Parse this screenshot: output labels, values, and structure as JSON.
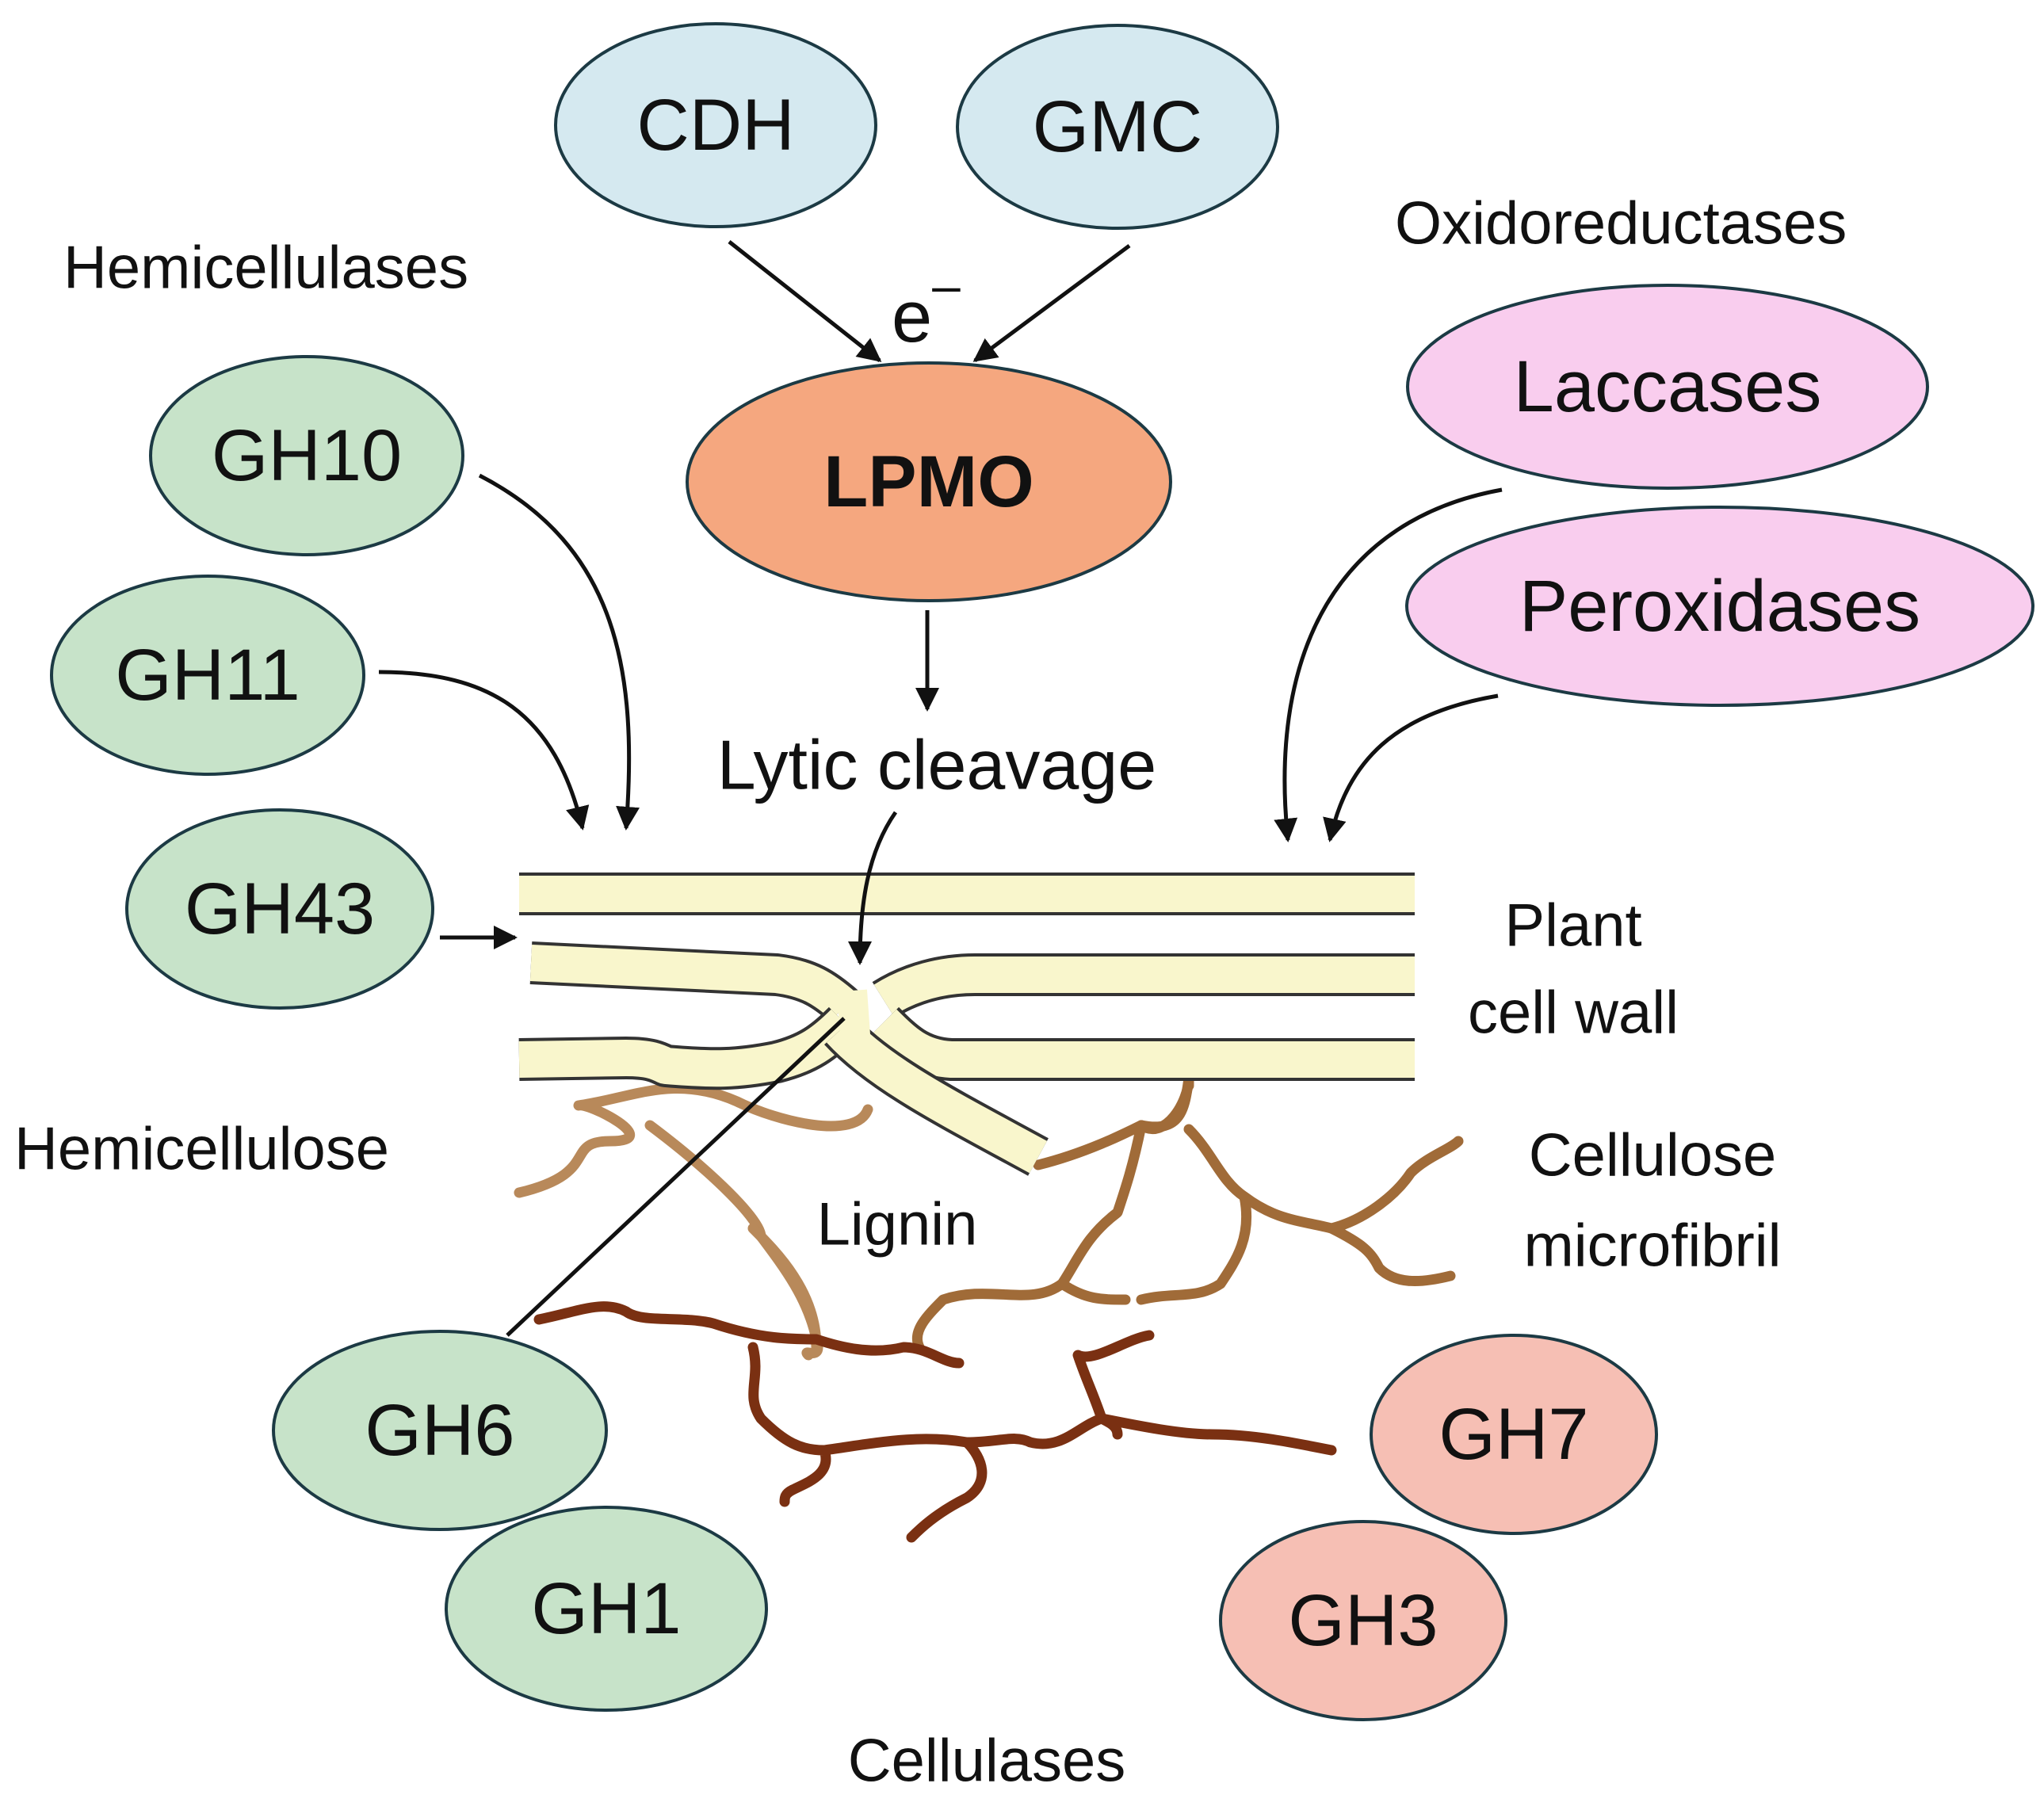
{
  "colors": {
    "blue": "#d5e9f0",
    "lpmo": "#f5a77f",
    "pink": "#f9cdee",
    "green": "#c7e3c9",
    "salmon": "#f6bfb4",
    "fibril_fill": "#f9f6cc",
    "fibril_stroke": "#333333",
    "lignin_light": "#b8895a",
    "lignin_mid": "#a06b38",
    "lignin_dark": "#7a3012"
  },
  "group_labels": {
    "hemicellulases": "Hemicellulases",
    "oxidoreductases": "Oxidoreductases",
    "cellulases": "Cellulases"
  },
  "structure_labels": {
    "plant_cell_wall_line1": "Plant",
    "plant_cell_wall_line2": "cell wall",
    "hemicellulose": "Hemicellulose",
    "lignin": "Lignin",
    "cellulose_microfibril_line1": "Cellulose",
    "cellulose_microfibril_line2": "microfibril",
    "lytic_cleavage": "Lytic cleavage",
    "electron": "e",
    "electron_sup": "–"
  },
  "enzymes": {
    "cdh": "CDH",
    "gmc": "GMC",
    "lpmo": "LPMO",
    "laccases": "Laccases",
    "peroxidases": "Peroxidases",
    "gh10": "GH10",
    "gh11": "GH11",
    "gh43": "GH43",
    "gh6": "GH6",
    "gh1": "GH1",
    "gh7": "GH7",
    "gh3": "GH3"
  }
}
